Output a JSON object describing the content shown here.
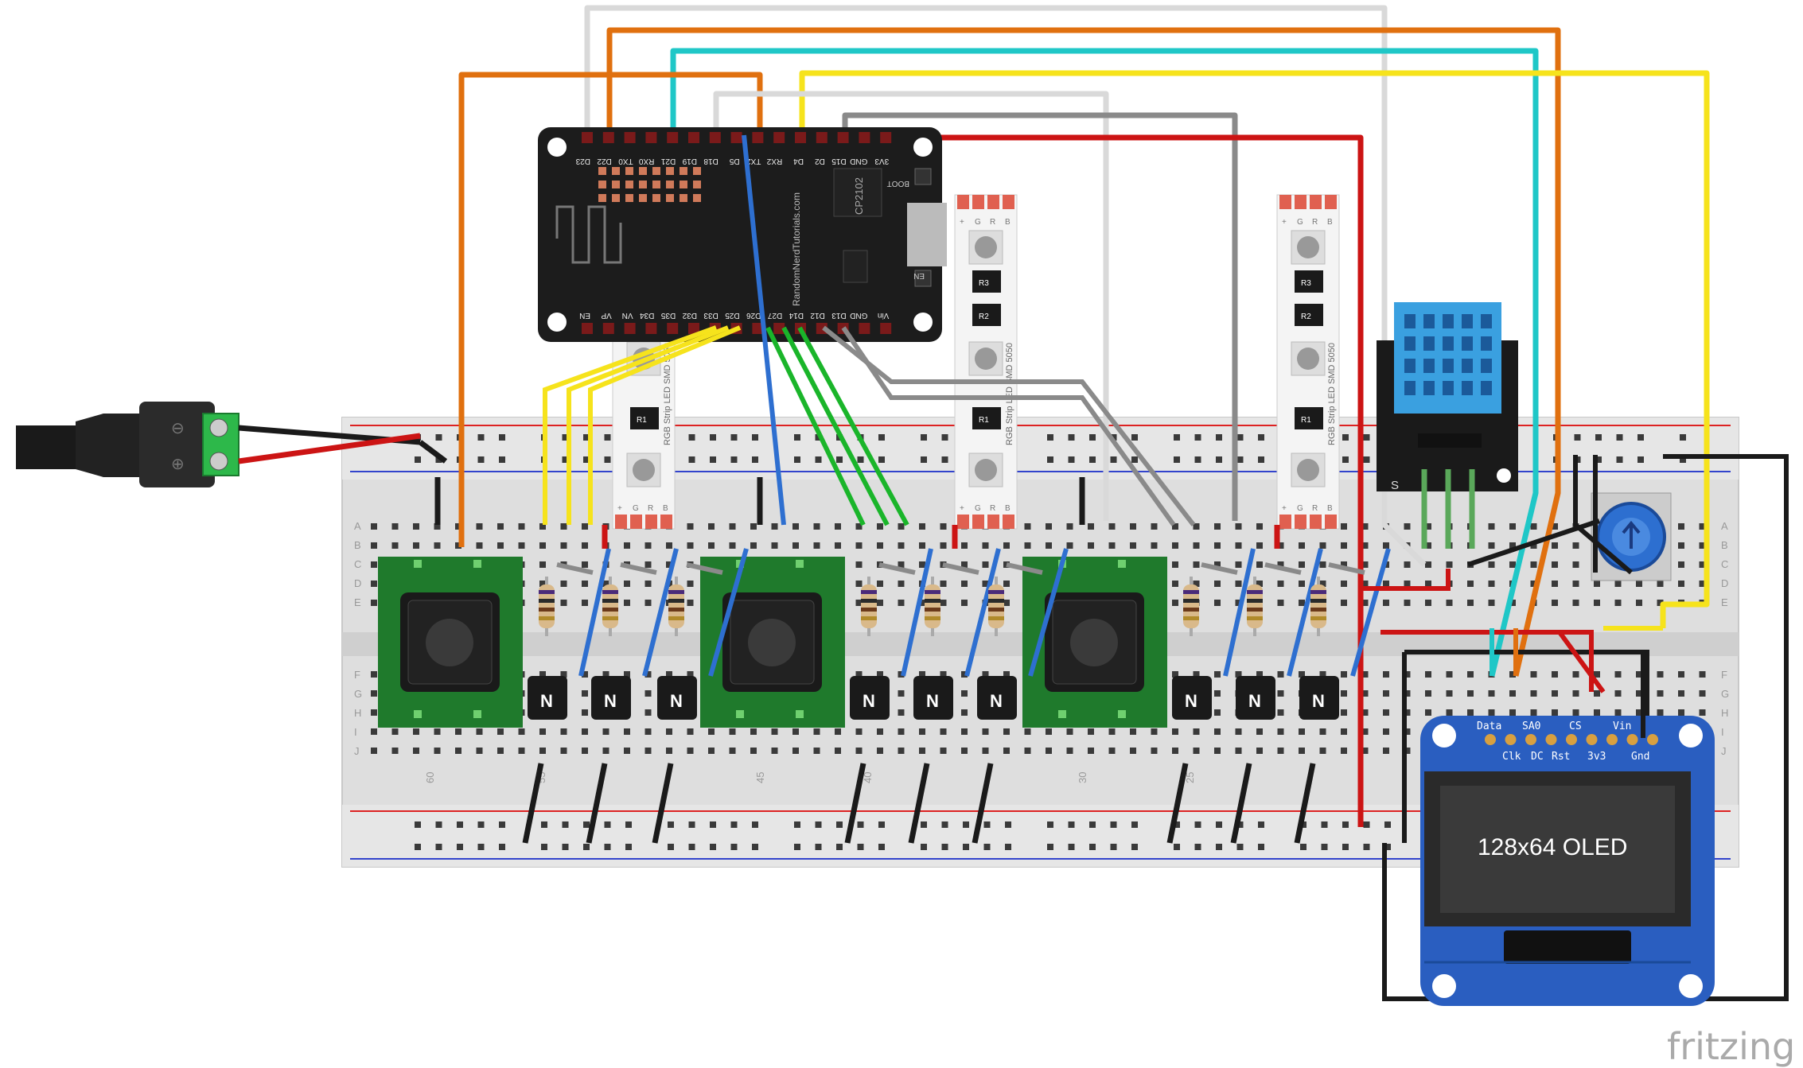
{
  "esp32": {
    "top_pins": [
      "D23",
      "D22",
      "TX0",
      "RX0",
      "D21",
      "D19",
      "D18",
      "D5",
      "TX2",
      "RX2",
      "D4",
      "D2",
      "D15",
      "GND",
      "3V3"
    ],
    "bottom_pins": [
      "EN",
      "VP",
      "VN",
      "D34",
      "D35",
      "D32",
      "D33",
      "D25",
      "D26",
      "D27",
      "D14",
      "D12",
      "D13",
      "GND",
      "Vin"
    ],
    "chip_label": "CP2102",
    "site_label": "RandomNerdTutorials.com",
    "boot_label": "BOOT",
    "en_label": "EN"
  },
  "led_strip": {
    "pad_labels": [
      "+",
      "G",
      "R",
      "B"
    ],
    "resistor_labels": [
      "R3",
      "R2",
      "R1"
    ],
    "side_label": "RGB Strip LED SMD 5050"
  },
  "breadboard": {
    "row_letters": [
      "A",
      "B",
      "C",
      "D",
      "E",
      "F",
      "G",
      "H",
      "I",
      "J"
    ],
    "column_numbers": [
      "60",
      "55",
      "45",
      "40",
      "30",
      "25"
    ]
  },
  "dc_jack": {
    "minus_symbol": "⊖",
    "plus_symbol": "⊕"
  },
  "dht": {
    "pin_labels": [
      "S",
      "",
      ""
    ]
  },
  "oled": {
    "top_pins": [
      "Data",
      "SA0",
      "CS",
      "Vin"
    ],
    "bottom_pins": [
      "Clk",
      "DC",
      "Rst",
      "3v3",
      "Gnd"
    ],
    "screen_text": "128x64 OLED"
  },
  "transistor_label": "N",
  "watermark": "fritzing",
  "colors": {
    "orange": "#e0700f",
    "cyan": "#1fc7c7",
    "yellow": "#f6e31c",
    "white_wire": "#e8e8e8",
    "gray_wire": "#8a8a8a",
    "red": "#cc1414",
    "green": "#1ab52a",
    "blue": "#2e6fd0",
    "black": "#1a1a1a",
    "pcb_green": "#1f7a2c",
    "board_black": "#1c1c1c"
  }
}
